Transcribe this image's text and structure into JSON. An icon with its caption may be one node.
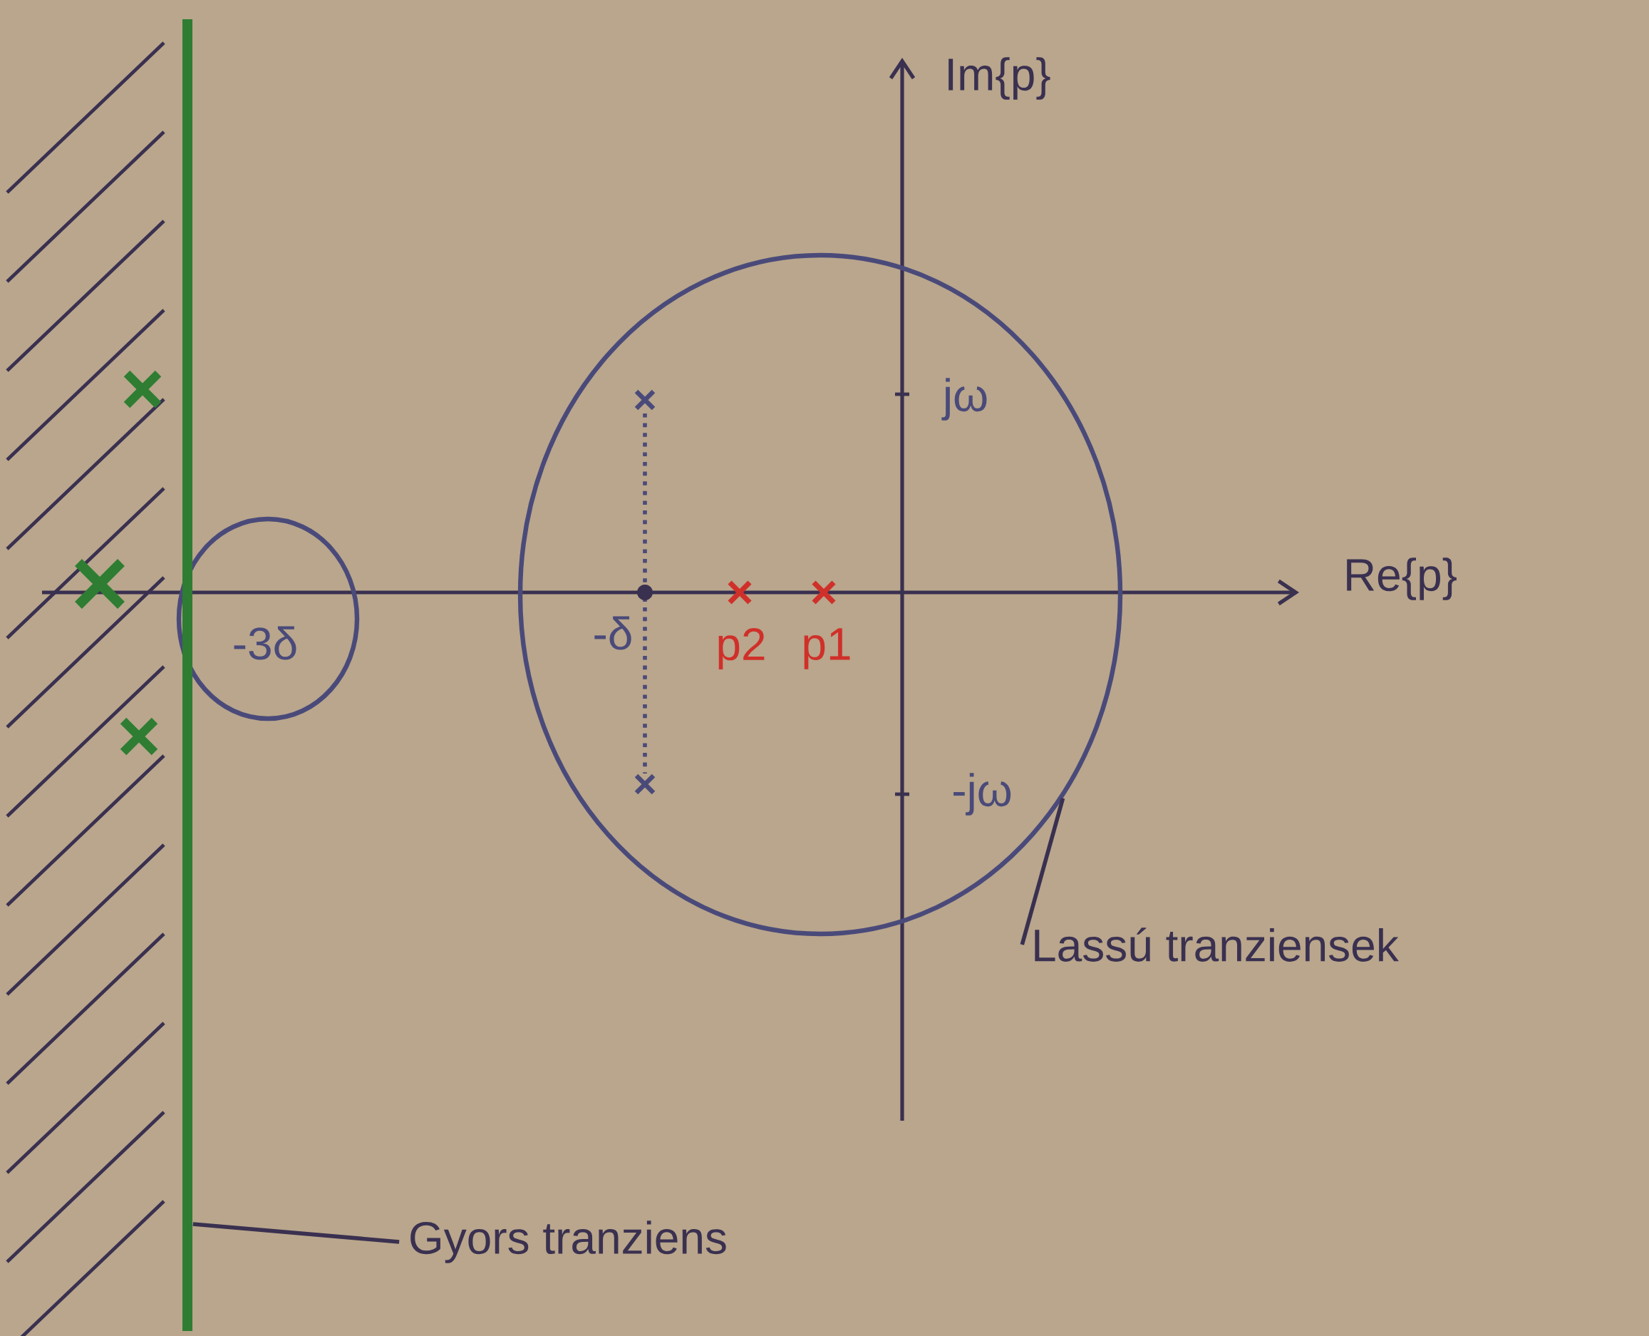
{
  "diagram": {
    "nodes": [
      {
        "text": [
          "Lassú tranziensek"
        ]
      },
      {
        "text": [],
        "shape": "circle"
      },
      {
        "text": [
          "Gyors tranziens"
        ]
      },
      {
        "text": [],
        "shape": "bar"
      }
    ],
    "edges": [
      {
        "from": 0,
        "to": 1,
        "arrow": "none"
      },
      {
        "from": 2,
        "to": 3,
        "arrow": "none"
      }
    ],
    "labels": [
      "Im{p}",
      "jω",
      "Re{p}",
      "-3δ",
      "-δ",
      "p2",
      "p1",
      "-jω"
    ]
  }
}
